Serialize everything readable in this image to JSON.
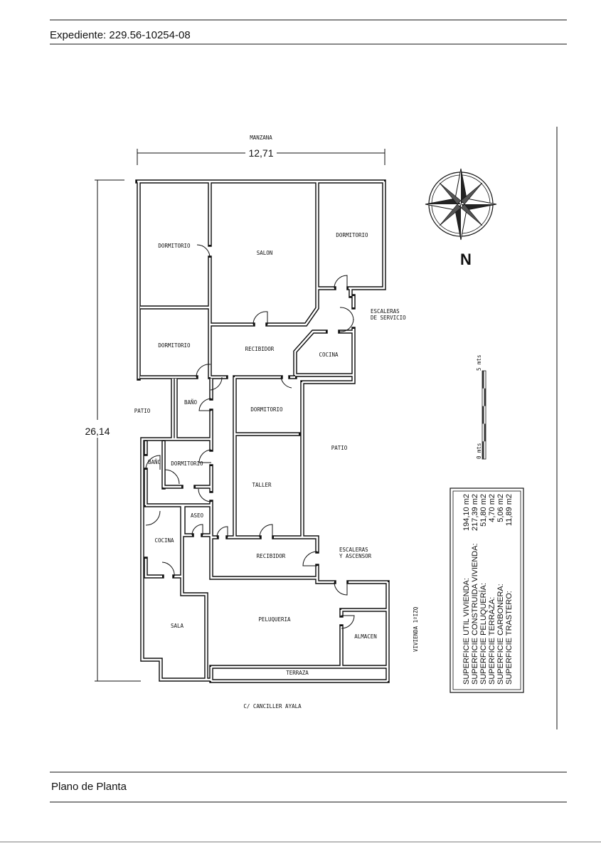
{
  "header": {
    "expediente": "Expediente: 229.56-10254-08"
  },
  "footer": {
    "title": "Plano de Planta"
  },
  "plan": {
    "top_label": "MANZANA",
    "street_label": "C/ CANCILLER AYALA",
    "width_dimension": "12,71",
    "height_dimension": "26,14",
    "unit_label": "VIVIENDA 1ºIZQ",
    "rooms": {
      "dormitorio_nw": "DORMITORIO",
      "salon": "SALON",
      "dormitorio_ne": "DORMITORIO",
      "escaleras_servicio_1": "ESCALERAS",
      "escaleras_servicio_2": "DE SERVICIO",
      "dormitorio_w2": "DORMITORIO",
      "recibidor_top": "RECIBIDOR",
      "cocina_top": "COCINA",
      "patio_left": "PATIO",
      "bano_1": "BAÑO",
      "dormitorio_mid": "DORMITORIO",
      "patio_right": "PATIO",
      "bano_2": "BAÑO",
      "dormitorio_sw": "DORMITORIO",
      "taller": "TALLER",
      "aseo": "ASEO",
      "cocina_bottom": "COCINA",
      "recibidor_bottom": "RECIBIDOR",
      "escaleras_ascensor_1": "ESCALERAS",
      "escaleras_ascensor_2": "Y ASCENSOR",
      "sala": "SALA",
      "peluqueria": "PELUQUERIA",
      "almacen": "ALMACEN",
      "terraza": "TERRAZA"
    }
  },
  "compass": {
    "north_label": "N"
  },
  "scale_bar": {
    "start_label": "0 mts",
    "end_label": "5 mts",
    "segments": 5
  },
  "surfaces": [
    {
      "label": "SUPERFICIE UTIL VIVIENDA:",
      "value": "194,10 m2"
    },
    {
      "label": "SUPERFICIE CONSTRUIDA VIVIENDA:",
      "value": "217,39 m2"
    },
    {
      "label": "SUPERFICIE PELUQUERÍA:",
      "value": "51,80 m2"
    },
    {
      "label": "SUPERFICIE TERRAZA:",
      "value": "4,70 m2"
    },
    {
      "label": "SUPERFICIE CARBONERA:",
      "value": "5,06 m2"
    },
    {
      "label": "SUPERFICIE TRASTERO:",
      "value": "11,89 m2"
    }
  ]
}
